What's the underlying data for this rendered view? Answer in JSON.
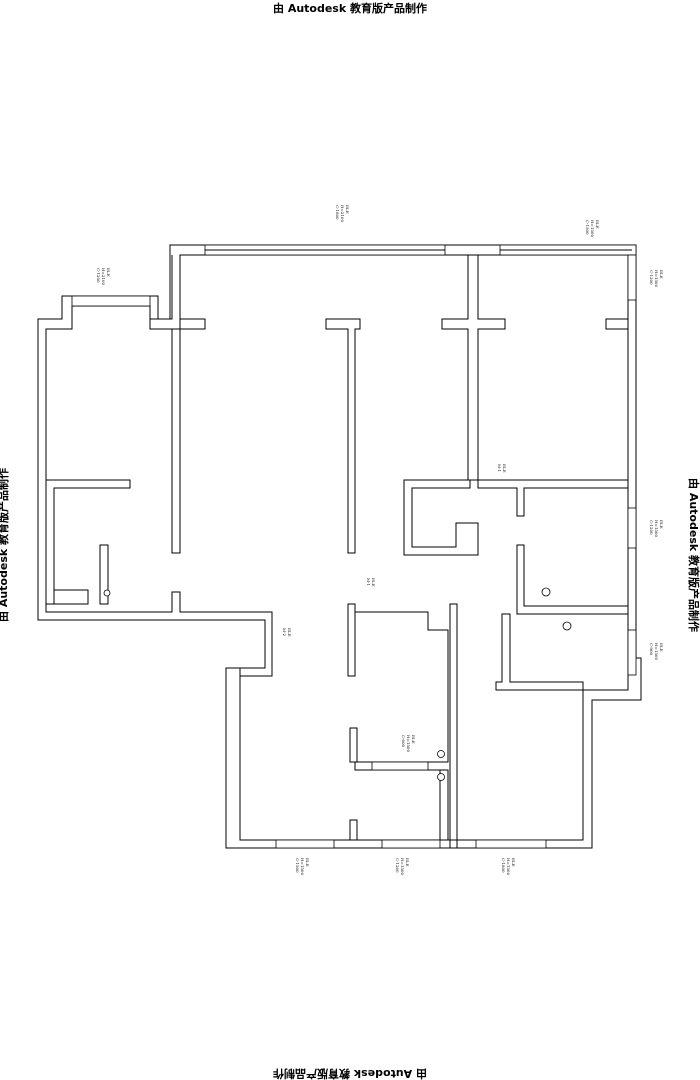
{
  "watermark": {
    "top": "由 Autodesk 教育版产品制作",
    "bottom": "由 Autodesk 教育版产品制作",
    "left": "由 Autodesk 教育版产品制作",
    "right": "由 Autodesk 教育版产品制作"
  },
  "annotations": [
    {
      "id": "top-center",
      "lines": [
        "C-1800",
        "H=2100",
        "ELE"
      ]
    },
    {
      "id": "top-right",
      "lines": [
        "C-1500",
        "H=1500",
        "ELE"
      ]
    },
    {
      "id": "left-balcony",
      "lines": [
        "C-1200",
        "H=2100",
        "ELE"
      ]
    },
    {
      "id": "right-upper",
      "lines": [
        "C-1200",
        "H=1500",
        "ELE"
      ]
    },
    {
      "id": "right-middle",
      "lines": [
        "C-1200",
        "H=1500",
        "ELE"
      ]
    },
    {
      "id": "right-lower",
      "lines": [
        "C-900",
        "H=1500",
        "ELE"
      ]
    },
    {
      "id": "mid-door-a",
      "lines": [
        "M-1",
        "ELE"
      ]
    },
    {
      "id": "mid-door-b",
      "lines": [
        "M-1",
        "ELE"
      ]
    },
    {
      "id": "mid-door-c",
      "lines": [
        "M-2",
        "ELE"
      ]
    },
    {
      "id": "bath-window",
      "lines": [
        "C-600",
        "H=1500",
        "ELE"
      ]
    },
    {
      "id": "bottom-left",
      "lines": [
        "C-1500",
        "H=1500",
        "ELE"
      ]
    },
    {
      "id": "bottom-mid",
      "lines": [
        "C-1200",
        "H=1500",
        "ELE"
      ]
    },
    {
      "id": "bottom-right",
      "lines": [
        "C-1800",
        "H=1500",
        "ELE"
      ]
    }
  ]
}
